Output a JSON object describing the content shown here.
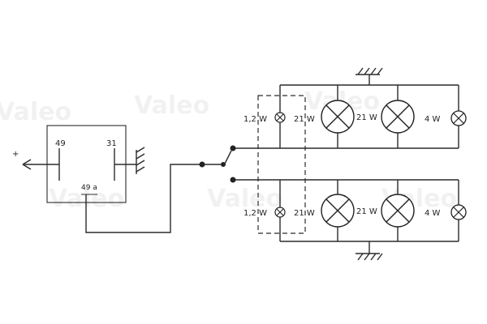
{
  "watermark": "Valeo",
  "relay": {
    "pin_49": "49",
    "pin_31": "31",
    "pin_49a": "49 a",
    "supply_symbol": "+"
  },
  "lamps": {
    "top_small": "1,2 W",
    "top_side_label": "21 W",
    "top_mid_label": "21 W",
    "top_right_label": "4 W",
    "bottom_small": "1,2 W",
    "bottom_side_label": "21 W",
    "bottom_mid_label": "21 W",
    "bottom_right_label": "4 W"
  }
}
